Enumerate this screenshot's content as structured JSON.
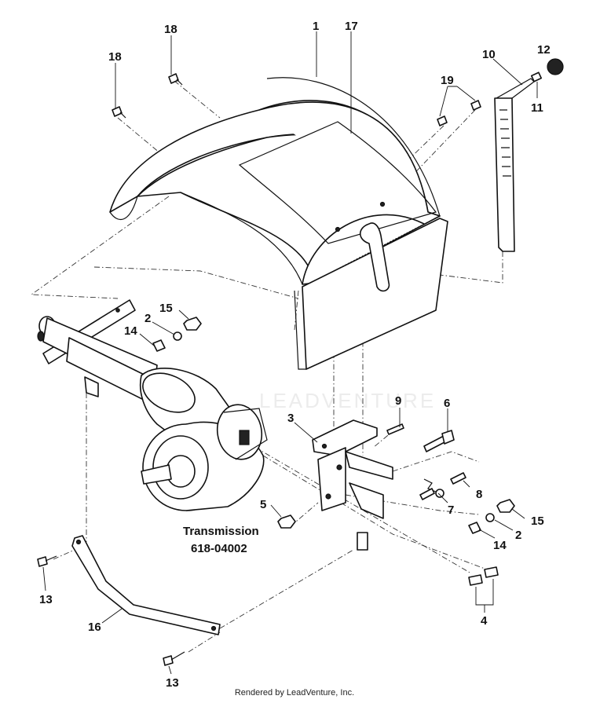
{
  "diagram": {
    "callouts": {
      "c1": "1",
      "c17": "17",
      "c18a": "18",
      "c18b": "18",
      "c19": "19",
      "c10": "10",
      "c12": "12",
      "c11": "11",
      "c15a": "15",
      "c2a": "2",
      "c14a": "14",
      "c3": "3",
      "c9": "9",
      "c6": "6",
      "c8": "8",
      "c7": "7",
      "c15b": "15",
      "c2b": "2",
      "c14b": "14",
      "c5": "5",
      "c13a": "13",
      "c16": "16",
      "c13b": "13",
      "c4": "4"
    },
    "transmission_label": "Transmission",
    "transmission_part_number": "618-04002"
  },
  "watermark": "LEADVENTURE",
  "footer": "Rendered by LeadVenture, Inc."
}
